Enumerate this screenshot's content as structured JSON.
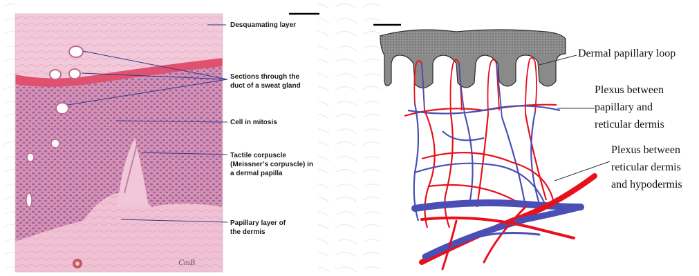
{
  "histology": {
    "labels": {
      "desquamating": "Desquamating layer",
      "sweat_duct_line1": "Sections through the",
      "sweat_duct_line2": "duct of a sweat gland",
      "mitosis": "Cell in mitosis",
      "tactile_line1": "Tactile corpuscle",
      "tactile_line2": "(Meissner’s corpuscle) in",
      "tactile_line3": "a dermal papilla",
      "papillary_line1": "Papillary layer of",
      "papillary_line2": "the dermis"
    },
    "signature": "CmB"
  },
  "vasculature": {
    "labels": {
      "loop": "Dermal papillary loop",
      "plexus1_line1": "Plexus between",
      "plexus1_line2": "papillary and",
      "plexus1_line3": "reticular dermis",
      "plexus2_line1": "Plexus between",
      "plexus2_line2": "reticular dermis",
      "plexus2_line3": "and hypodermis"
    }
  },
  "colors": {
    "tissue_pink": "#e9a7bf",
    "epidermis_deep": "#d7789c",
    "stratum_red": "#e0506f",
    "nuclei": "#6f5fa8",
    "artery_red": "#e8101c",
    "vein_blue": "#4a4fb5",
    "epidermis_gray": "#8a8a8a",
    "leader_blue": "#2b3a8c"
  }
}
